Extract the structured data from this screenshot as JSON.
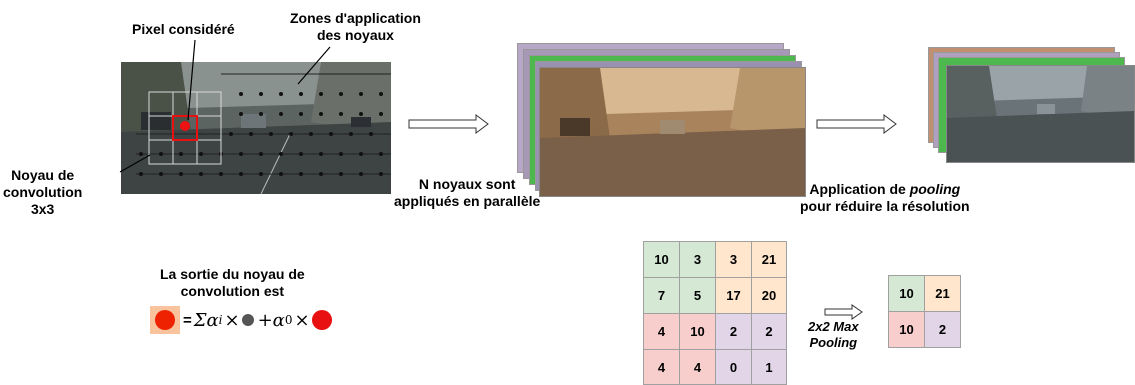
{
  "labels": {
    "pixel": "Pixel considéré",
    "zones": [
      "Zones d'application",
      "des noyaux"
    ],
    "kernel": [
      "Noyau de",
      "convolution",
      "3x3"
    ],
    "parallel": [
      "N noyaux sont",
      "appliqués en parallèle"
    ],
    "pooling_prefix": "Application de ",
    "pooling_em": "pooling",
    "pooling_line2": "pour réduire la résolution",
    "output": [
      "La sortie du noyau de",
      "convolution est"
    ],
    "maxpool": [
      "2x2 Max",
      "Pooling"
    ]
  },
  "formula": {
    "eq": "=",
    "sum": "Σα",
    "sub_i": "i",
    "times": "×",
    "plus": "+α",
    "sub_0": "0"
  },
  "input_grid": [
    [
      "10",
      "3",
      "3",
      "21"
    ],
    [
      "7",
      "5",
      "17",
      "20"
    ],
    [
      "4",
      "10",
      "2",
      "2"
    ],
    [
      "4",
      "4",
      "0",
      "1"
    ]
  ],
  "output_grid": [
    [
      "10",
      "21"
    ],
    [
      "10",
      "2"
    ]
  ],
  "colors": {
    "green": "#d5e8d4",
    "orange": "#ffe6cc",
    "red": "#f8cecc",
    "purple": "#e1d5e7",
    "pixel_red": "#ee1111",
    "kernel_red": "#e81010",
    "dot_gray": "#555555"
  }
}
